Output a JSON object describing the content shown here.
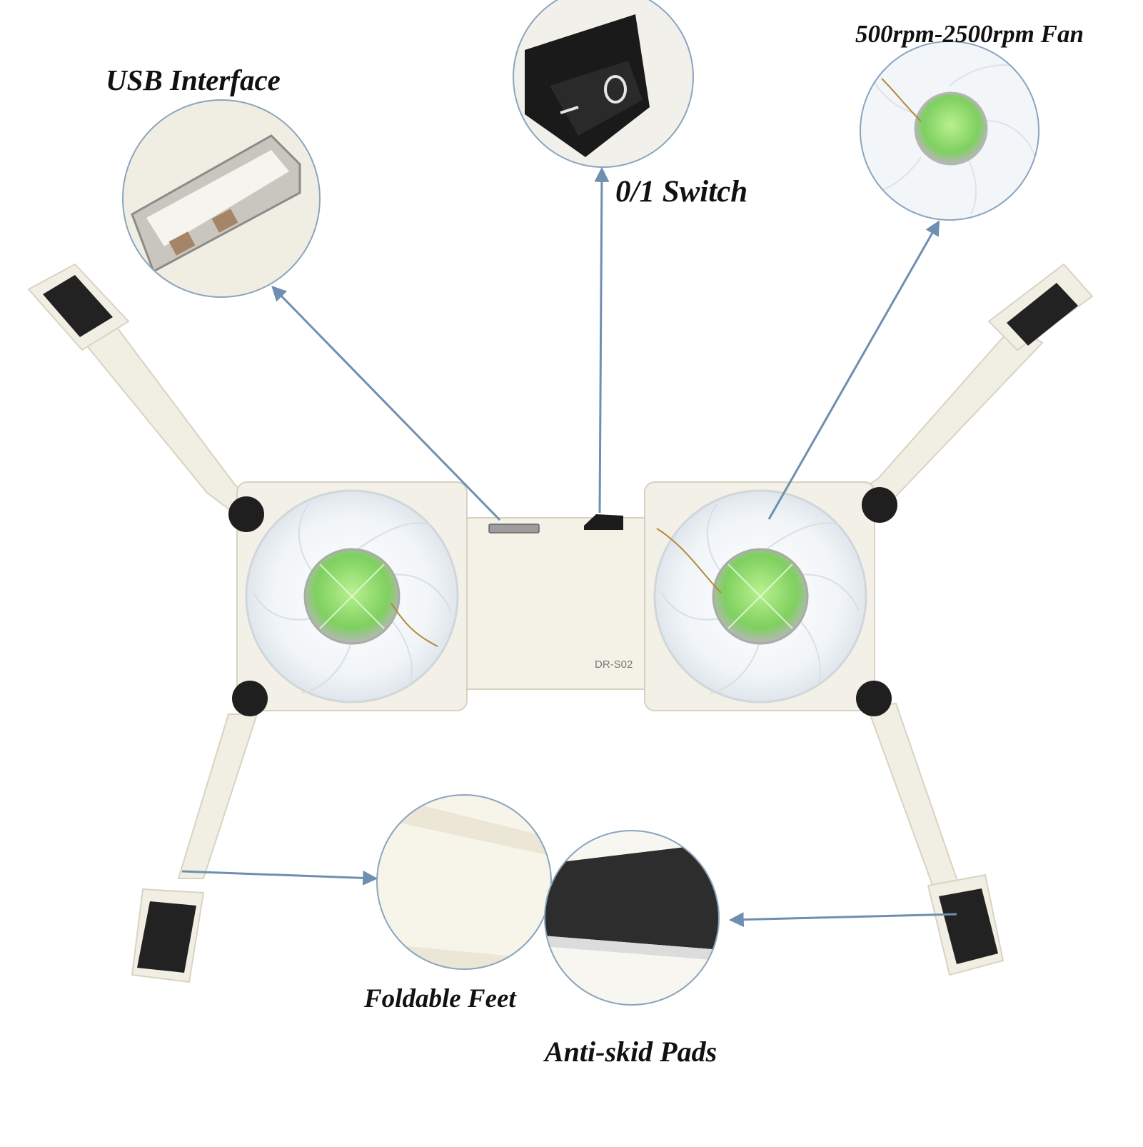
{
  "callouts": {
    "usb": "USB Interface",
    "switch": "0/1 Switch",
    "fan": "500rpm-2500rpm Fan",
    "feet": "Foldable Feet",
    "pads": "Anti-skid Pads"
  },
  "device": {
    "model": "DR-S02"
  },
  "colors": {
    "callout_line": "#6f8fb0",
    "body": "#f4f1e6",
    "fan_hub": "#8bd86a",
    "pad": "#222222"
  }
}
